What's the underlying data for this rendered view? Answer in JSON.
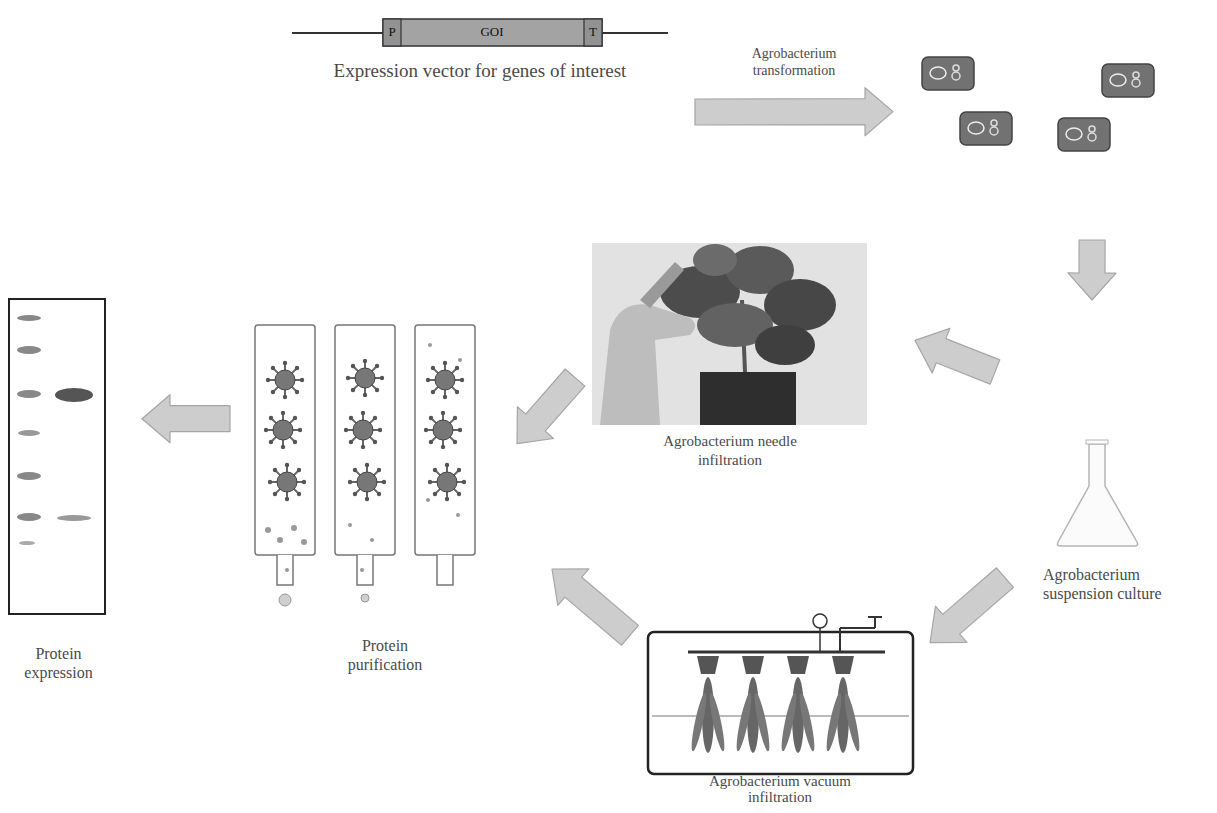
{
  "diagram": {
    "nodes": [
      {
        "text": [
          "P",
          "GOI",
          "T",
          "Expression vector for genes of interest"
        ]
      },
      {
        "text": []
      },
      {
        "text": [
          "Agrobacterium suspension culture"
        ]
      },
      {
        "text": [
          "Agrobacterium needle infiltration"
        ]
      },
      {
        "text": [
          "Agrobacterium vacuum infiltration"
        ]
      },
      {
        "text": [
          "Protein purification"
        ]
      },
      {
        "text": [
          "Protein expression"
        ]
      }
    ],
    "edges": [
      {
        "from": 0,
        "to": 1,
        "arrow": "to",
        "label": "Agrobacterium transformation"
      },
      {
        "from": 1,
        "to": 2,
        "arrow": "to"
      },
      {
        "from": 2,
        "to": 3,
        "arrow": "to"
      },
      {
        "from": 2,
        "to": 4,
        "arrow": "to"
      },
      {
        "from": 3,
        "to": 5,
        "arrow": "to"
      },
      {
        "from": 4,
        "to": 5,
        "arrow": "to"
      },
      {
        "from": 5,
        "to": 6,
        "arrow": "to"
      }
    ]
  }
}
